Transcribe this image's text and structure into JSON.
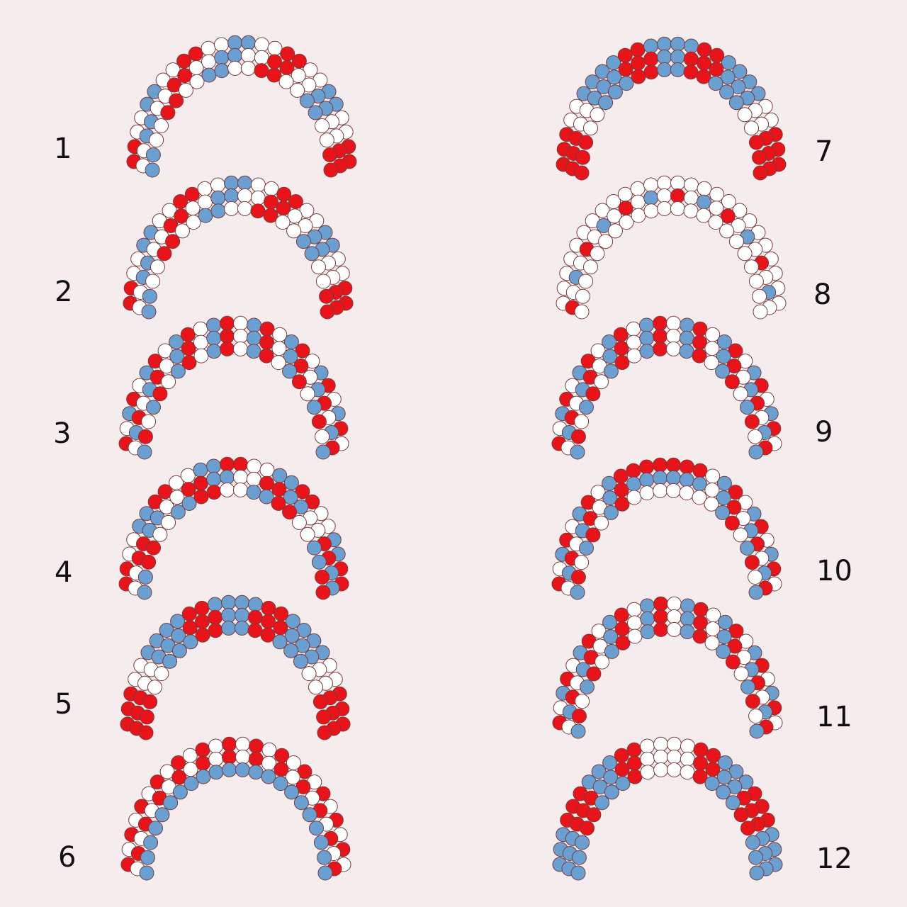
{
  "colors": {
    "background": "#f5eced",
    "red": "#e8141a",
    "blue": "#6a9fd2",
    "white": "#ffffff",
    "outline": "#7a3a3a"
  },
  "designs": [
    {
      "number": "1",
      "column": "left",
      "pattern": "diagonal-swirl-red-blue-white"
    },
    {
      "number": "2",
      "column": "left",
      "pattern": "diagonal-swirl-red-blue-white"
    },
    {
      "number": "3",
      "column": "left",
      "pattern": "spiral-red-blue-white"
    },
    {
      "number": "4",
      "column": "left",
      "pattern": "alternating-clusters-red-blue-white"
    },
    {
      "number": "5",
      "column": "left",
      "pattern": "color-blocks-red-white-blue"
    },
    {
      "number": "6",
      "column": "left",
      "pattern": "red-white-with-blue-spiral"
    },
    {
      "number": "7",
      "column": "right",
      "pattern": "color-blocks-red-white-blue"
    },
    {
      "number": "8",
      "column": "right",
      "pattern": "white-with-red-blue-dots"
    },
    {
      "number": "9",
      "column": "right",
      "pattern": "spiral-red-blue-white"
    },
    {
      "number": "10",
      "column": "right",
      "pattern": "red-crown-blue-band"
    },
    {
      "number": "11",
      "column": "right",
      "pattern": "spiral-red-blue-white"
    },
    {
      "number": "12",
      "column": "right",
      "pattern": "color-blocks-blue-white-red"
    }
  ]
}
